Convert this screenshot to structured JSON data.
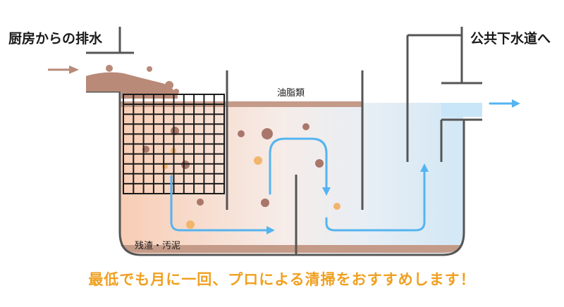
{
  "labels": {
    "inlet": "厨房からの排水",
    "outlet": "公共下水道へ",
    "grease": "油脂類",
    "sludge": "残渣・汚泥"
  },
  "message": "最低でも月に一回、プロによる清掃をおすすめします！",
  "colors": {
    "tank_wall": "#555555",
    "waste_brown": "#b98a78",
    "grease_layer": "#c49a88",
    "flow_arrow": "#55b4f0",
    "water_out": "#c8e6f8",
    "particle_dark": "#a9766a",
    "particle_light": "#f2b56c",
    "message": "#f0a020"
  }
}
